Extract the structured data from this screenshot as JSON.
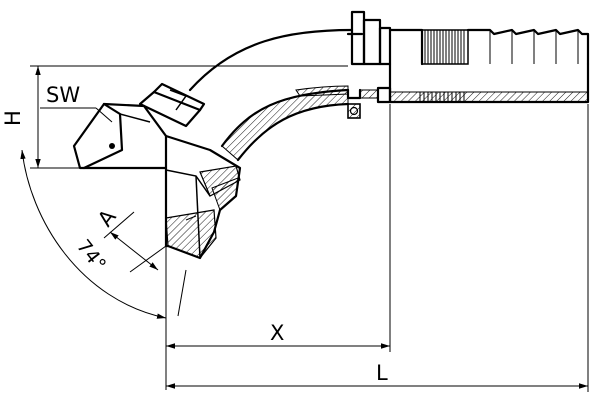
{
  "labels": {
    "sw": "SW",
    "h": "H",
    "a": "A",
    "angle": "74°",
    "x": "X",
    "l": "L"
  }
}
